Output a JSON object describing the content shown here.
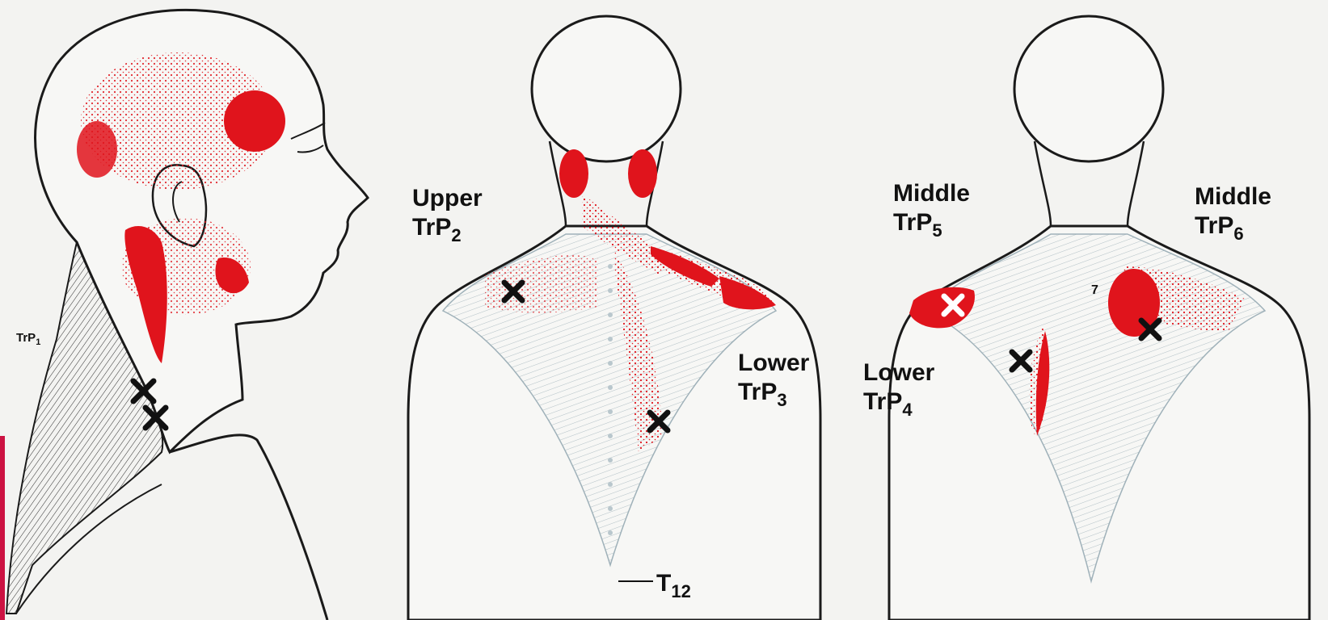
{
  "colors": {
    "background": "#f3f3f1",
    "pain_red": "#e0141c",
    "outline": "#1a1a1a",
    "muscle_shade": "#c9d6dc",
    "edge_bar": "#cc1242"
  },
  "labels": {
    "trp1": {
      "prefix": "TrP",
      "sub": "1"
    },
    "upper": {
      "word": "Upper",
      "prefix": "TrP",
      "sub": "2"
    },
    "lower3": {
      "word": "Lower",
      "prefix": "TrP",
      "sub": "3"
    },
    "t12": {
      "prefix": "T",
      "sub": "12"
    },
    "middle5": {
      "word": "Middle",
      "prefix": "TrP",
      "sub": "5"
    },
    "lower4": {
      "word": "Lower",
      "prefix": "TrP",
      "sub": "4"
    },
    "middle6": {
      "word": "Middle",
      "prefix": "TrP",
      "sub": "6"
    },
    "seven": "7"
  },
  "icons": {
    "trigger_point_marker": "x-mark-icon",
    "referred_pain": "red-stipple-zone"
  }
}
